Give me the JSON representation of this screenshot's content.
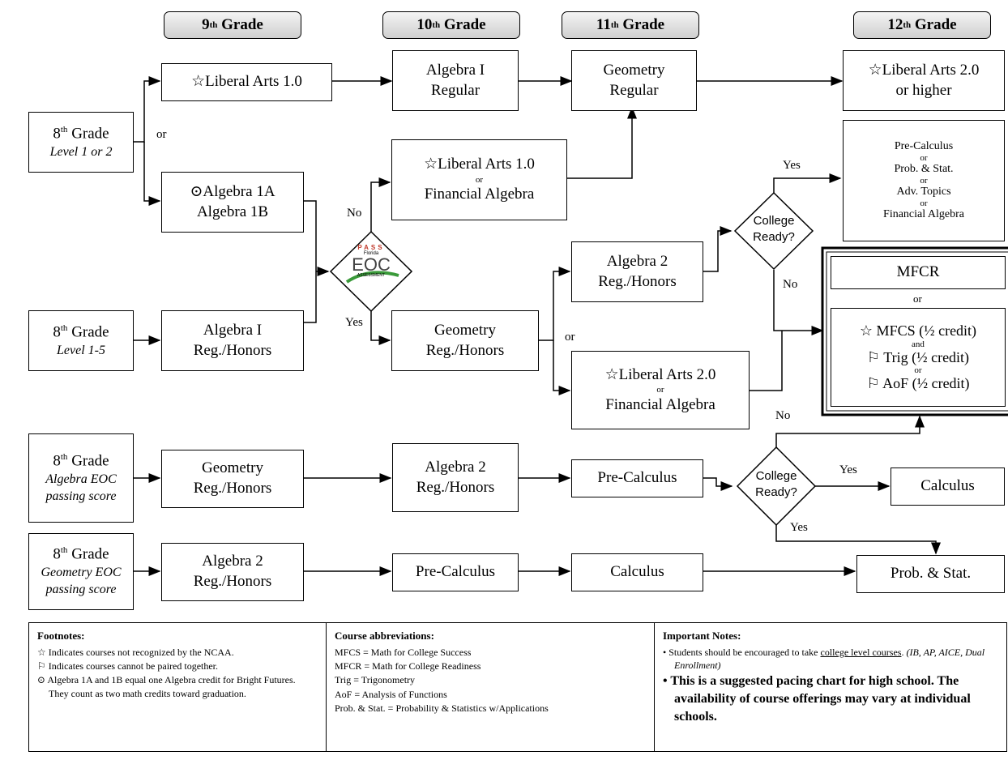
{
  "grades": [
    "9",
    "10",
    "11",
    "12"
  ],
  "grade_suffix": "th",
  "grade_word": "Grade",
  "entry": {
    "a_line1": "8",
    "a_line2": "Level 1 or 2",
    "b_line2": "Level 1-5",
    "c_line2": "Algebra EOC",
    "c_line3": "passing score",
    "d_line2": "Geometry EOC",
    "d_line3": "passing score",
    "sup": "th",
    "grade": "Grade"
  },
  "boxes": {
    "la1": "☆Liberal Arts 1.0",
    "alg1_regular": [
      "Algebra I",
      "Regular"
    ],
    "geo_regular": [
      "Geometry",
      "Regular"
    ],
    "la2_higher": [
      "☆Liberal Arts 2.0",
      "or higher"
    ],
    "alg1ab": [
      "⊙Algebra 1A",
      "Algebra 1B"
    ],
    "la1_or_fin": [
      "☆Liberal Arts 1.0",
      "or",
      "Financial Algebra"
    ],
    "precalc_opts": [
      "Pre-Calculus",
      "or",
      "Prob. & Stat.",
      "or",
      "Adv. Topics",
      "or",
      "Financial Algebra"
    ],
    "alg2_a": [
      "Algebra 2",
      "Reg./Honors"
    ],
    "alg1_hon": [
      "Algebra I",
      "Reg./Honors"
    ],
    "geo_hon": [
      "Geometry",
      "Reg./Honors"
    ],
    "la2_or_fin": [
      "☆Liberal Arts 2.0",
      "or",
      "Financial Algebra"
    ],
    "mfcr": "MFCR",
    "mfcr_or": "or",
    "mfcs": [
      "☆ MFCS (½ credit)",
      "and",
      "⚐ Trig (½ credit)",
      "or",
      "⚐ AoF (½ credit)"
    ],
    "geo_hon_c": [
      "Geometry",
      "Reg./Honors"
    ],
    "alg2_c": [
      "Algebra 2",
      "Reg./Honors"
    ],
    "precalc_c": "Pre-Calculus",
    "calculus": "Calculus",
    "alg2_d": [
      "Algebra 2",
      "Reg./Honors"
    ],
    "precalc_d": "Pre-Calculus",
    "calc_d": "Calculus",
    "probstat": "Prob. & Stat."
  },
  "labels": {
    "or1": "or",
    "no1": "No",
    "yes1": "Yes",
    "or2": "or",
    "yes2": "Yes",
    "no2": "No",
    "no3": "No",
    "yes3": "Yes",
    "yes4": "Yes"
  },
  "diamonds": {
    "college_ready": [
      "College",
      "Ready?"
    ],
    "eoc": {
      "top": "PASS",
      "mid": "Florida",
      "main": "EOC",
      "bottom": "ASSESSMENT"
    }
  },
  "colors": {
    "pass_red": "#c0392b",
    "eoc_green": "#3a9a3a"
  },
  "footnotes": {
    "title": "Footnotes:",
    "items": [
      "☆ Indicates courses not recognized by the NCAA.",
      "⚐ Indicates courses cannot be paired together.",
      "⊙ Algebra 1A and 1B equal one Algebra credit for Bright Futures. They count as two math credits toward graduation."
    ]
  },
  "abbreviations": {
    "title": "Course abbreviations:",
    "items": [
      "MFCS = Math for College Success",
      "MFCR = Math for College Readiness",
      "Trig = Trigonometry",
      "AoF = Analysis of Functions",
      "Prob. & Stat. = Probability & Statistics w/Applications"
    ]
  },
  "important": {
    "title": "Important Notes:",
    "item1_pre": "Students should be encouraged to take ",
    "item1_u": "college level courses",
    "item1_post": ". ",
    "item1_it": "(IB, AP, AICE, Dual Enrollment)",
    "item2": "This is a suggested pacing chart for high school.  The availability of course offerings may vary at individual schools."
  }
}
